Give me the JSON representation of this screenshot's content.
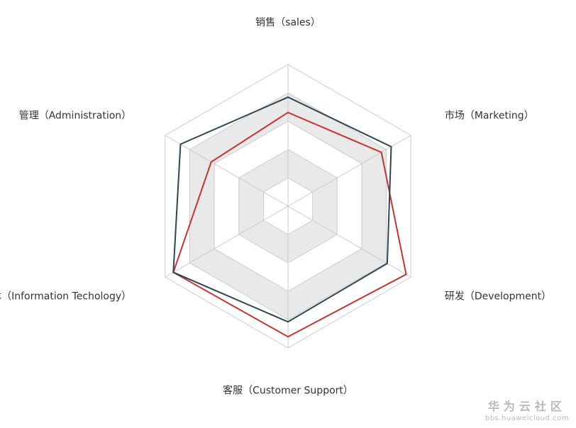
{
  "chart_data": {
    "type": "radar",
    "title": "",
    "indicators": [
      {
        "name": "销售（sales）",
        "max": 6500
      },
      {
        "name": "管理（Administration）",
        "max": 16000
      },
      {
        "name": "信息技术（Information Techology）",
        "max": 30000
      },
      {
        "name": "客服（Customer Support）",
        "max": 38000
      },
      {
        "name": "研发（Development）",
        "max": 52000
      },
      {
        "name": "市场（Marketing）",
        "max": 25000
      }
    ],
    "series": [
      {
        "values": [
          4300,
          10000,
          28000,
          35000,
          50000,
          19000
        ],
        "color": "#c23531"
      },
      {
        "values": [
          5000,
          14000,
          28000,
          31000,
          42000,
          21000
        ],
        "color": "#2f4554"
      }
    ],
    "split_number": 5,
    "split_area_colors": [
      "#ffffff",
      "#e9e9e9"
    ],
    "split_line_color": "#cccccc"
  },
  "watermark": {
    "title": "华为云社区",
    "url": "bbs.huaweicloud.com"
  }
}
